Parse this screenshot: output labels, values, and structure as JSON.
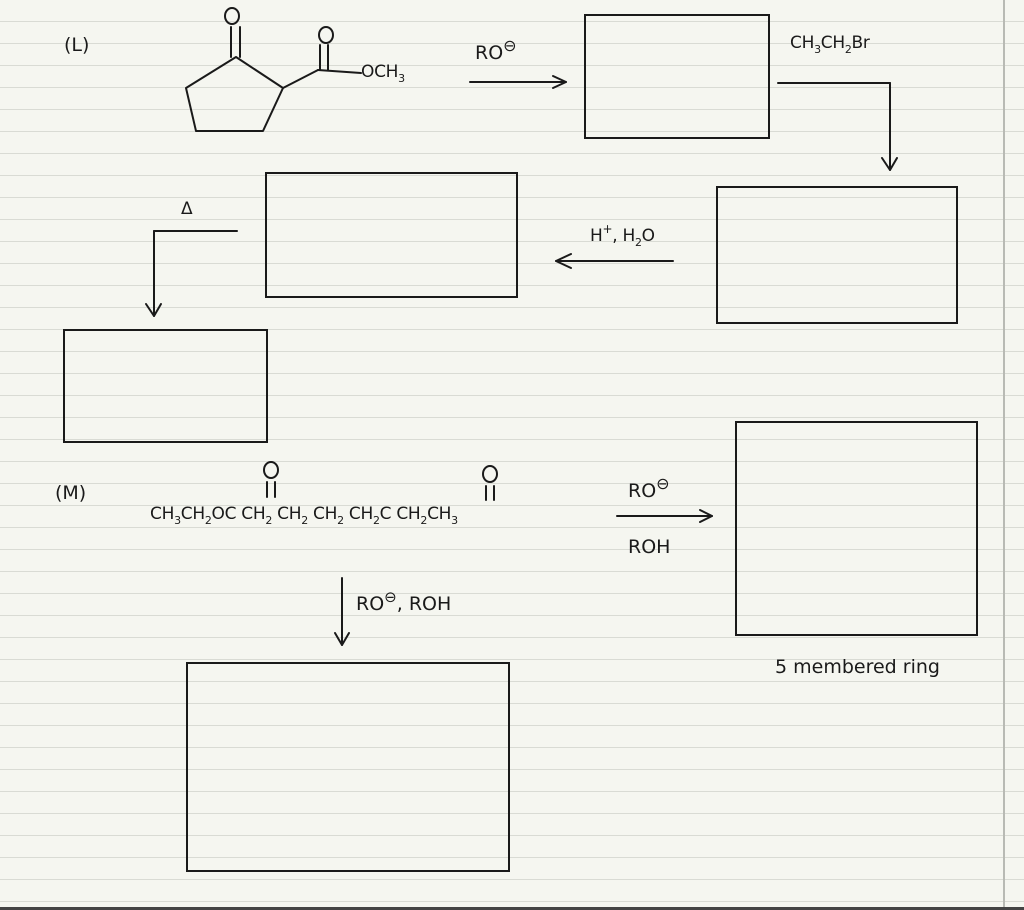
{
  "problem_l": {
    "label": "(L)",
    "substituent": "OCH",
    "substituent_sub": "3",
    "step1_reagent": "RO",
    "step1_reagent_charge": "⊖",
    "step2_reagent": "CH",
    "step2_reagent_sub1": "3",
    "step2_reagent_mid": "CH",
    "step2_reagent_sub2": "2",
    "step2_reagent_end": "Br",
    "step3_reagent": "H",
    "step3_reagent_charge": "+",
    "step3_reagent_rest": ", H",
    "step3_reagent_sub": "2",
    "step3_reagent_end": "O",
    "step4_reagent": "Δ"
  },
  "problem_m": {
    "label": "(M)",
    "formula_part1": "CH",
    "formula_sub1": "3",
    "formula_part2": "CH",
    "formula_sub2": "2",
    "formula_part3": "OC CH",
    "formula_sub3": "2",
    "formula_part4": " CH",
    "formula_sub4": "2",
    "formula_part5": " CH",
    "formula_sub5": "2",
    "formula_part6": " CH",
    "formula_sub6": "2",
    "formula_part7": "C CH",
    "formula_sub7": "2",
    "formula_part8": "CH",
    "formula_sub8": "3",
    "right_reagent_top": "RO",
    "right_reagent_charge": "⊖",
    "right_reagent_bottom": "ROH",
    "down_reagent": "RO",
    "down_reagent_charge": "⊖",
    "down_reagent_rest": ", ROH",
    "ring_note": "5 membered ring"
  }
}
